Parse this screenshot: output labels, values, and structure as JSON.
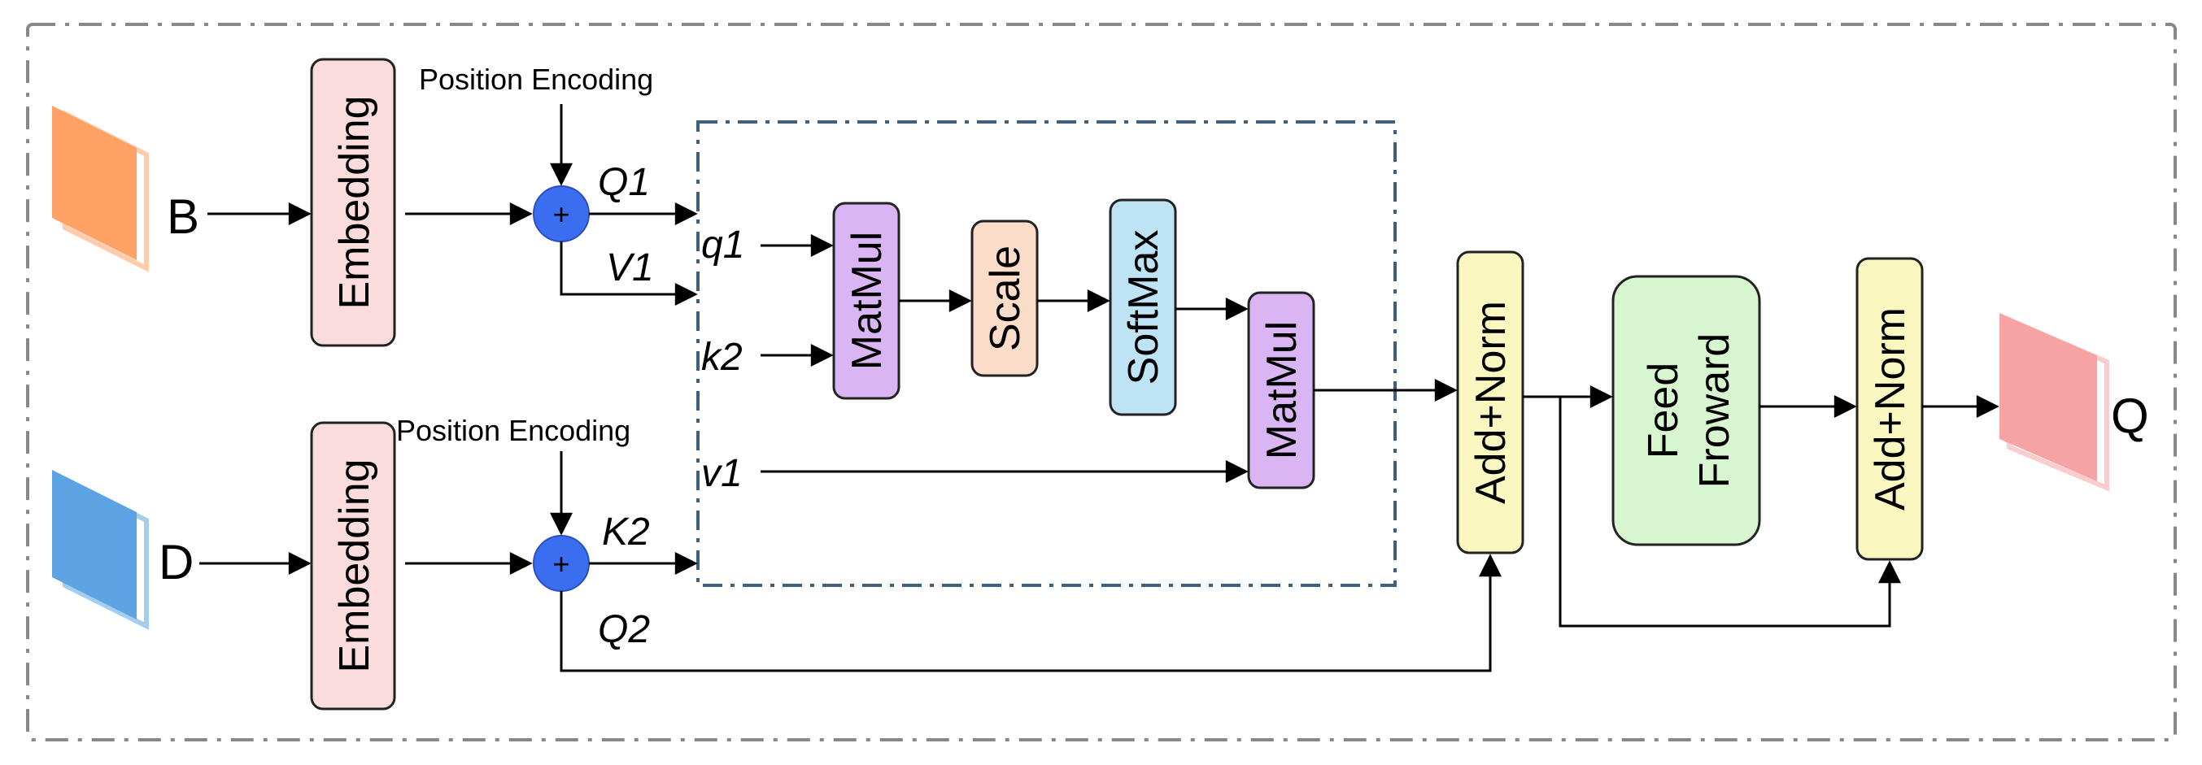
{
  "inputs": {
    "b": "B",
    "d": "D"
  },
  "output": {
    "q": "Q"
  },
  "blocks": {
    "embedding_top": "Embedding",
    "embedding_bottom": "Embedding",
    "matmul_1": "MatMul",
    "scale": "Scale",
    "softmax": "SoftMax",
    "matmul_2": "MatMul",
    "add_norm_1": "Add+Norm",
    "feed_forward_line1": "Feed",
    "feed_forward_line2": "Froward",
    "add_norm_2": "Add+Norm"
  },
  "position_encoding": {
    "top": "Position Encoding",
    "bottom": "Position Encoding"
  },
  "adders": {
    "top": "+",
    "bottom": "+"
  },
  "edge_labels": {
    "q1_upper": "Q1",
    "v1_upper": "V1",
    "k2_upper": "K2",
    "q2_upper": "Q2",
    "q1_lower": "q1",
    "k2_lower": "k2",
    "v1_lower": "v1"
  },
  "colors": {
    "embedding": "#fadcdc",
    "matmul": "#d9b5f3",
    "scale": "#fbdcc9",
    "softmax": "#bde3f5",
    "add_norm": "#fbf7c0",
    "feed_forward": "#d7f6cf",
    "adder": "#3b6df0",
    "input_b": "#ffa265",
    "input_d": "#5ba3e3",
    "output_q": "#f7a3a3",
    "outer_border": "#888888",
    "attention_border": "#3f5f7f"
  },
  "icons": {
    "input_b": "orange-square-icon",
    "input_d": "blue-square-icon",
    "output_q": "pink-square-icon"
  }
}
